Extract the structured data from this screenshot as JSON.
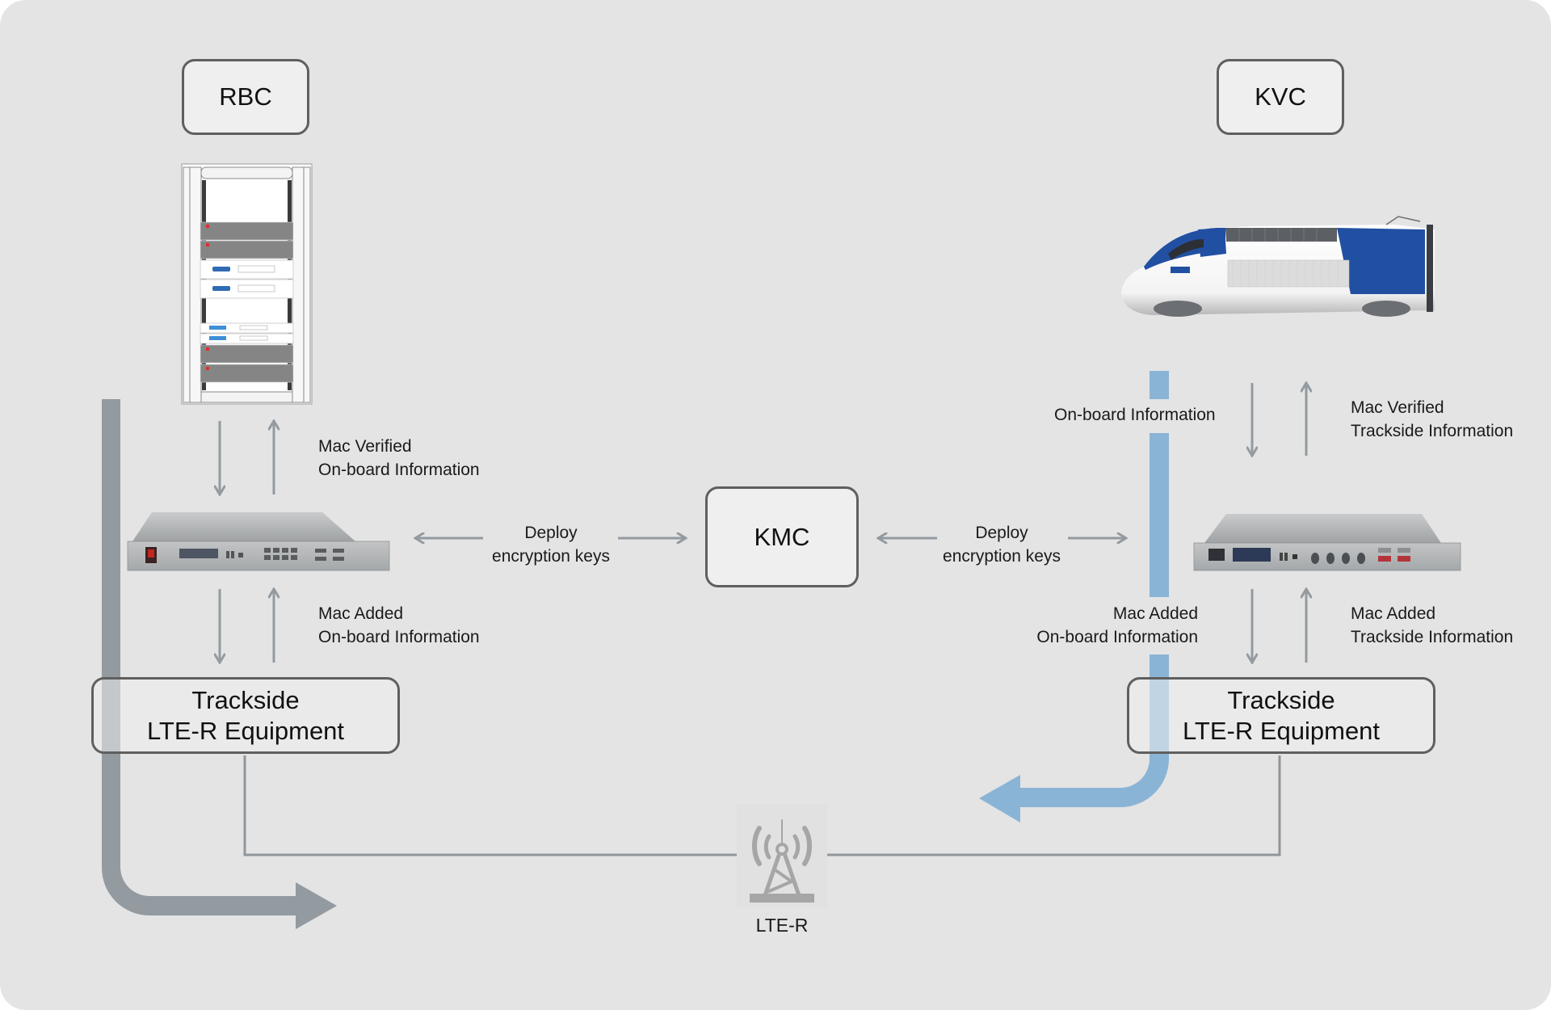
{
  "diagram": {
    "nodes": {
      "rbc": "RBC",
      "kvc": "KVC",
      "kmc": "KMC",
      "lte_r": "LTE-R"
    },
    "trackside_equipment_left": [
      "Trackside",
      "LTE-R Equipment"
    ],
    "trackside_equipment_right": [
      "Trackside",
      "LTE-R Equipment"
    ],
    "labels": {
      "left_upper": [
        "Mac Verified",
        "On-board Information"
      ],
      "left_lower": [
        "Mac Added",
        "On-board Information"
      ],
      "deploy_left": [
        "Deploy",
        "encryption keys"
      ],
      "deploy_right": [
        "Deploy",
        "encryption keys"
      ],
      "right_onboard": "On-board Information",
      "right_upper": [
        "Mac Verified",
        "Trackside Information"
      ],
      "right_lower_left": [
        "Mac Added",
        "On-board Information"
      ],
      "right_lower_right": [
        "Mac Added",
        "Trackside Information"
      ]
    },
    "icons": {
      "rbc_equipment": "server-rack-icon",
      "left_device": "rack-mount-device-icon",
      "right_device": "rack-mount-device-icon",
      "train": "train-icon",
      "lte_tower": "radio-tower-icon"
    },
    "colors": {
      "background": "#e4e4e4",
      "box_fill": "#efefef",
      "box_border": "#5f5f5f",
      "arrow_gray": "#939aa0",
      "flow_blue": "#8ab4d6",
      "train_blue": "#2150a3"
    }
  }
}
